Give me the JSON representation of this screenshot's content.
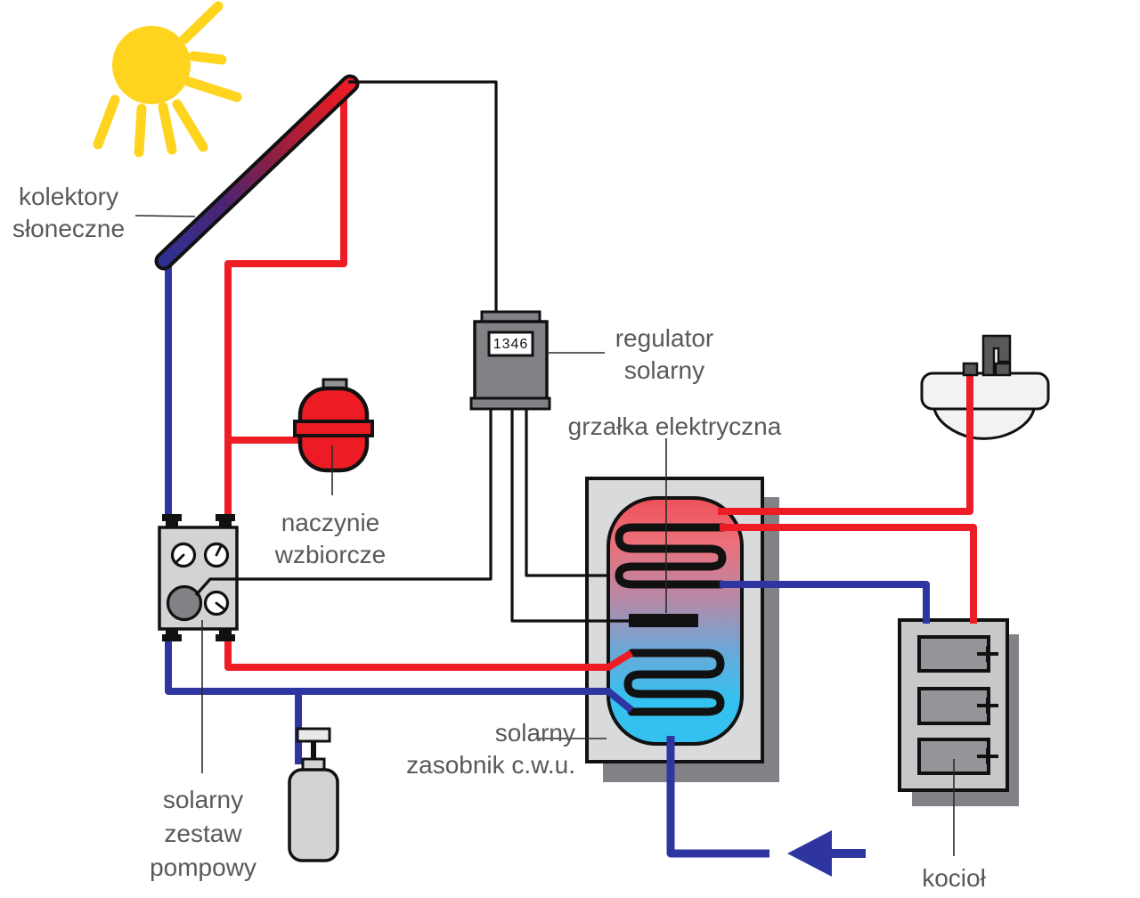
{
  "diagram_type": "solar-water-heating-system-schematic",
  "controller": {
    "display_value": "1346"
  },
  "labels": {
    "collectors": [
      "kolektory",
      "słoneczne"
    ],
    "controller": [
      "regulator",
      "solarny"
    ],
    "heater": [
      "grzałka elektryczna"
    ],
    "vessel": [
      "naczynie",
      "wzbiorcze"
    ],
    "tank": [
      "solarny",
      "zasobnik c.w.u."
    ],
    "pump": [
      "solarny",
      "zestaw",
      "pompowy"
    ],
    "boiler": [
      "kocioł"
    ]
  },
  "colors": {
    "red_pipe": "#ee1c25",
    "blue_pipe": "#2f35a0",
    "wire": "#111111",
    "sun_yellow": "#ffd41f",
    "label_text": "#58595b",
    "box_gray": "#d1d3d4",
    "tank_box_gray": "#d9dadb",
    "dark_gray": "#808285",
    "door_gray": "#939598",
    "boiler_gray": "#c7c8ca",
    "sink_white": "#f1f2f2",
    "faucet_gray": "#58595b",
    "vessel_red": "#ed1c24",
    "tank_gradient_top": "#ef5059",
    "tank_gradient_mid": "#b48aa8",
    "tank_gradient_bottom": "#35c1ef",
    "collector_gradient_cold": "#2e3192",
    "collector_gradient_hot": "#ec1c24"
  }
}
